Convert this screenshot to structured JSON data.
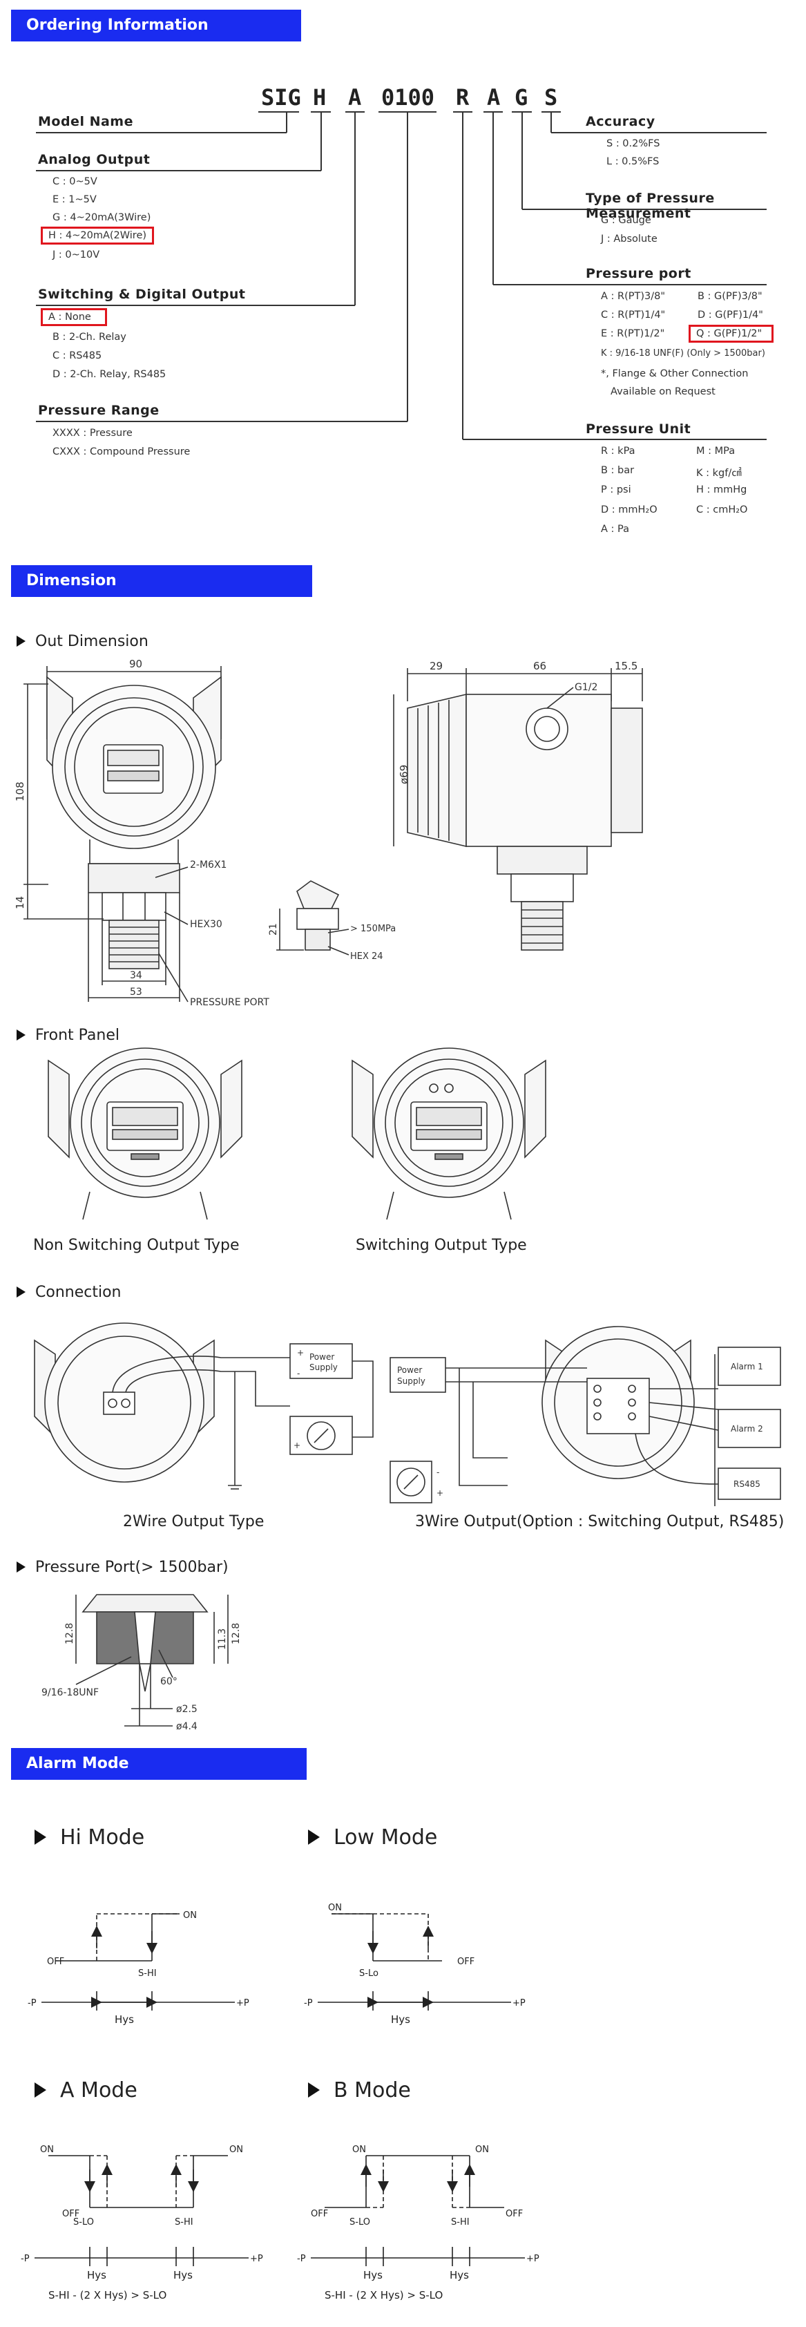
{
  "sections": {
    "ordering": "Ordering Information",
    "dimension": "Dimension",
    "alarm": "Alarm Mode"
  },
  "model_code": {
    "letters": [
      "SIG",
      "H",
      "A",
      "0100",
      "R",
      "A",
      "G",
      "S"
    ]
  },
  "ordering": {
    "model_name": "Model Name",
    "analog": {
      "title": "Analog Output",
      "items": [
        "C : 0~5V",
        "E : 1~5V",
        "G : 4~20mA(3Wire)",
        "H : 4~20mA(2Wire)",
        "J : 0~10V"
      ]
    },
    "switching": {
      "title": "Switching & Digital Output",
      "items": [
        "A : None",
        "B : 2-Ch. Relay",
        "C : RS485",
        "D : 2-Ch. Relay, RS485"
      ]
    },
    "range": {
      "title": "Pressure Range",
      "items": [
        "XXXX : Pressure",
        "CXXX : Compound Pressure"
      ]
    },
    "accuracy": {
      "title": "Accuracy",
      "items": [
        "S : 0.2%FS",
        "L : 0.5%FS"
      ]
    },
    "measurement": {
      "title": "Type of Pressure Measurement",
      "items": [
        "G : Gauge",
        "J : Absolute"
      ]
    },
    "port": {
      "title": "Pressure port",
      "left": [
        "A : R(PT)3/8\"",
        "C : R(PT)1/4\"",
        "E : R(PT)1/2\""
      ],
      "right": [
        "B : G(PF)3/8\"",
        "D : G(PF)1/4\"",
        "Q : G(PF)1/2\""
      ],
      "k": "K : 9/16-18 UNF(F) (Only > 1500bar)",
      "note1": "*, Flange & Other Connection",
      "note2": "Available on Request"
    },
    "unit": {
      "title": "Pressure Unit",
      "left": [
        "R : kPa",
        "B : bar",
        "P : psi",
        "D : mmH₂O",
        "A : Pa"
      ],
      "right": [
        "M : MPa",
        "K : kgf/㎠",
        "H : mmHg",
        "C : cmH₂O"
      ]
    }
  },
  "dimension": {
    "out_dimension": "Out Dimension",
    "front_panel": "Front Panel",
    "connection": "Connection",
    "pressure_port": "Pressure Port(> 1500bar)",
    "dims": {
      "w90": "90",
      "h108": "108",
      "h14": "14",
      "m6": "2-M6X1",
      "hex30": "HEX30",
      "w34": "34",
      "w53": "53",
      "pport": "PRESSURE PORT",
      "h21": "21",
      "mpa": "> 150MPa",
      "hex24": "HEX 24",
      "w29": "29",
      "w66": "66",
      "w155": "15.5",
      "g12": "G1/2",
      "d69": "ø69"
    },
    "front_captions": [
      "Non Switching Output Type",
      "Switching Output Type"
    ],
    "connection_captions": [
      "2Wire Output Type",
      "3Wire Output(Option : Switching Output, RS485)"
    ],
    "conn_labels": {
      "power": "Power",
      "supply": "Supply",
      "alarm1": "Alarm 1",
      "alarm2": "Alarm 2",
      "rs485": "RS485",
      "plus": "+",
      "minus": "-"
    },
    "port_dims": {
      "h128a": "12.8",
      "h113": "11.3",
      "h128b": "12.8",
      "unf": "9/16-18UNF",
      "deg60": "60°",
      "d25": "ø2.5",
      "d44": "ø4.4"
    }
  },
  "alarm": {
    "hi": "Hi Mode",
    "low": "Low Mode",
    "a": "A Mode",
    "b": "B Mode",
    "on": "ON",
    "off": "OFF",
    "shi": "S-HI",
    "slo_hi": "S-Lo",
    "slo": "S-LO",
    "minus_p": "-P",
    "plus_p": "+P",
    "hys": "Hys",
    "formula": "S-HI - (2 X Hys) > S-LO"
  }
}
